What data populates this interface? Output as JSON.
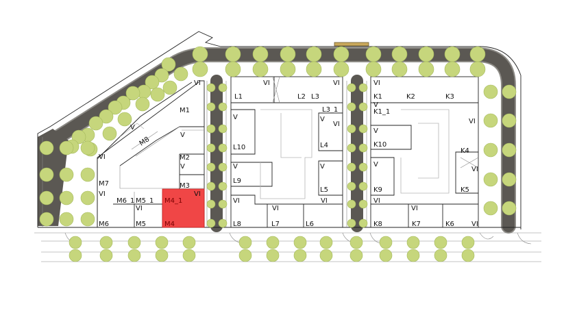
{
  "colors": {
    "road": "#5b5853",
    "tree": "#c6d67c",
    "selected_unit": "#f04646",
    "wall": "#222222"
  },
  "labels": {
    "M1": "M1",
    "M2": "M2",
    "M3": "M3",
    "M4_1": "M4_1",
    "M4": "M4",
    "M5_1": "M5_1",
    "M5": "M5",
    "M6_1": "M6_1",
    "M6": "M6",
    "M7": "M7",
    "M8": "M8",
    "L1": "L1",
    "L2": "L2",
    "L3": "L3",
    "L3_1": "L3_1",
    "L4": "L4",
    "L5": "L5",
    "L6": "L6",
    "L7": "L7",
    "L8": "L8",
    "L9": "L9",
    "L10": "L10",
    "K1": "K1",
    "K1_1": "K1_1",
    "K2": "K2",
    "K3": "K3",
    "K4": "K4",
    "K5": "K5",
    "K6": "K6",
    "K7": "K7",
    "K8": "K8",
    "K9": "K9",
    "K10": "K10"
  },
  "floor_marks": {
    "vi": "VI",
    "v": "V"
  },
  "selected_unit": "M4"
}
